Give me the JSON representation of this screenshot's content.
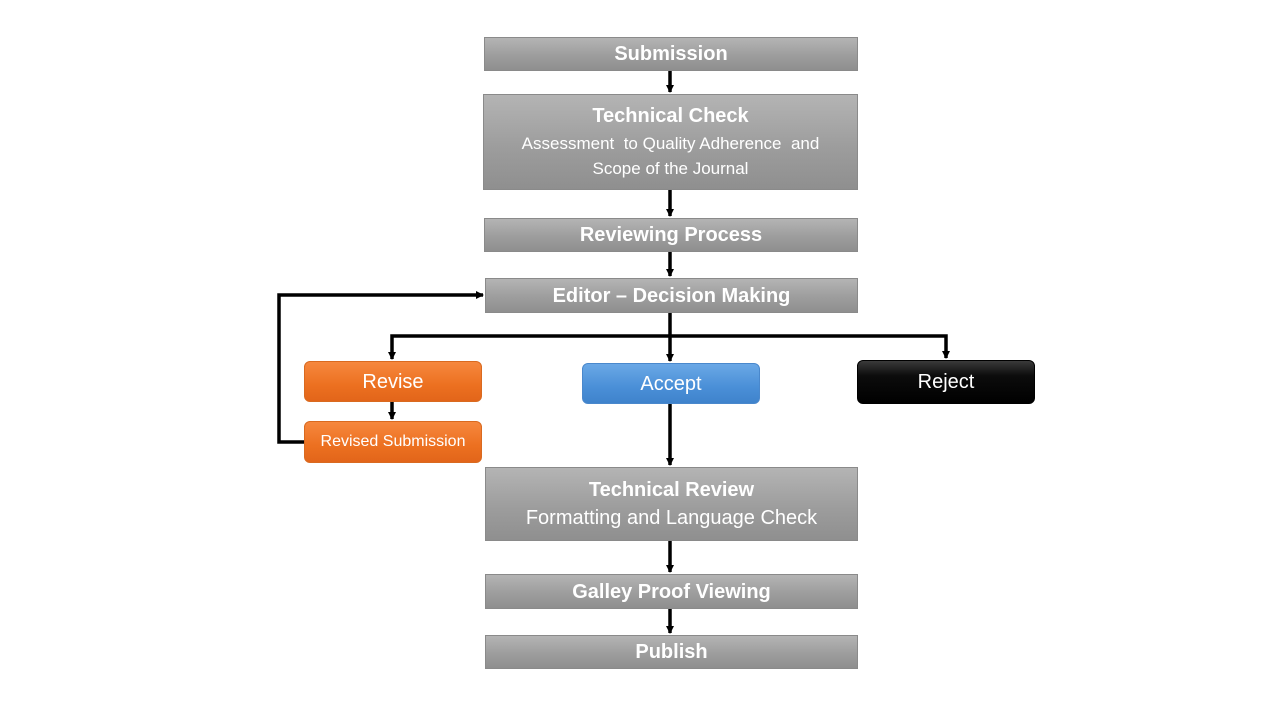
{
  "steps": {
    "submission": "Submission",
    "technical_check": {
      "title": "Technical Check",
      "subtitle_line1": "Assessment  to Quality Adherence  and",
      "subtitle_line2": "Scope of the Journal"
    },
    "reviewing_process": "Reviewing Process",
    "editor_decision": "Editor – Decision Making",
    "revise": "Revise",
    "accept": "Accept",
    "reject": "Reject",
    "revised_submission": "Revised Submission",
    "technical_review": {
      "title": "Technical Review",
      "subtitle": "Formatting and Language Check"
    },
    "galley_proof": "Galley Proof Viewing",
    "publish": "Publish"
  },
  "colors": {
    "process_box": "#9d9d9d",
    "revise": "#ec7020",
    "accept": "#4a8fd7",
    "reject": "#000000",
    "connector": "#000000"
  }
}
